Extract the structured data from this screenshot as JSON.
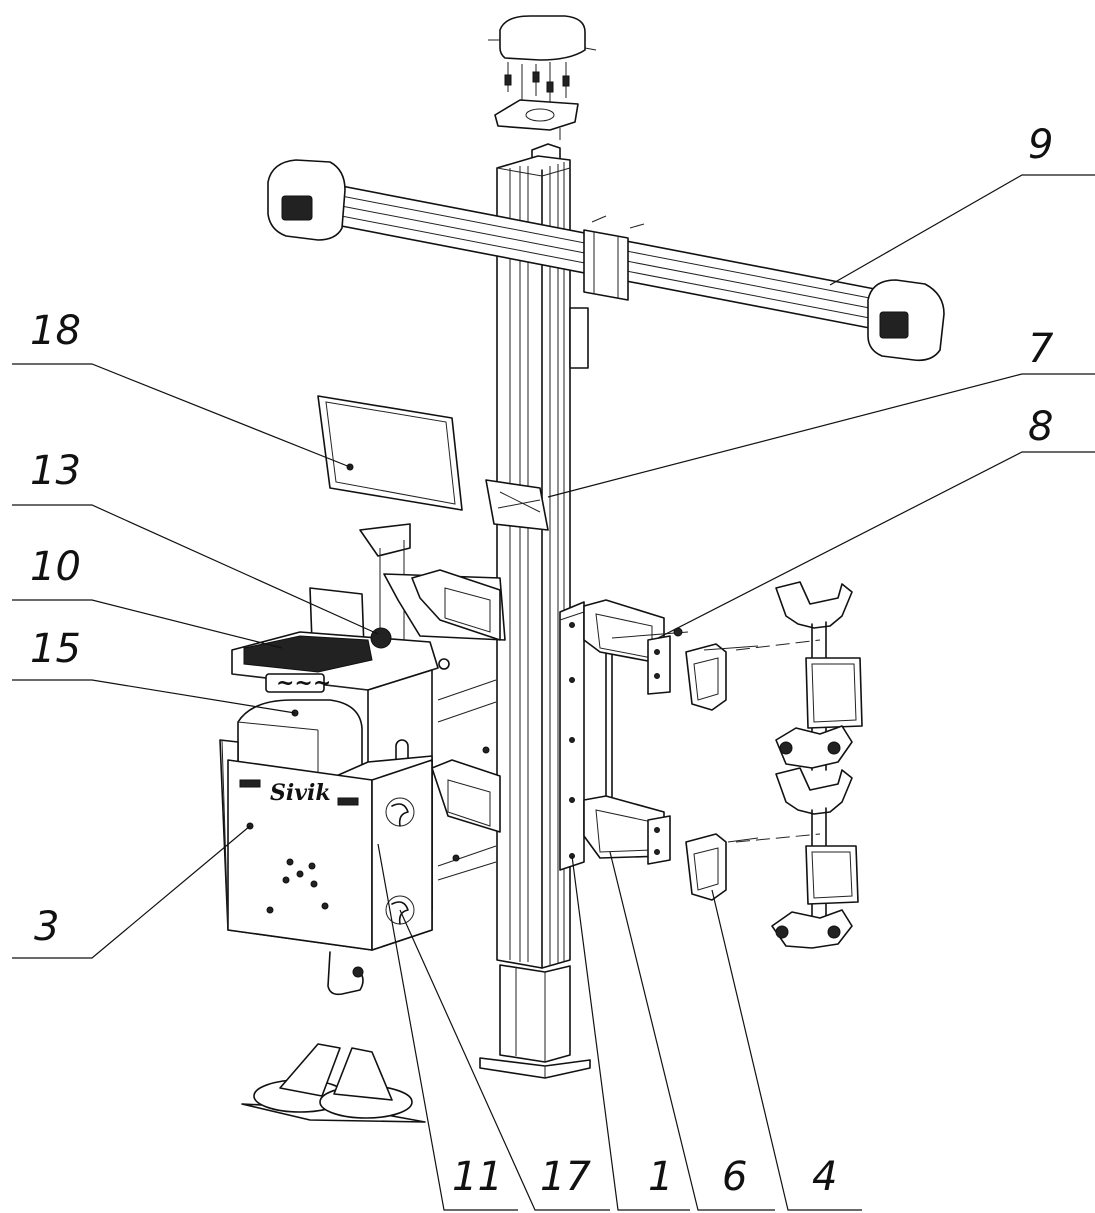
{
  "callouts": {
    "c1": "1",
    "c3": "3",
    "c4": "4",
    "c6": "6",
    "c7": "7",
    "c8": "8",
    "c9": "9",
    "c10": "10",
    "c11": "11",
    "c13": "13",
    "c15": "15",
    "c17": "17",
    "c18": "18"
  },
  "brand": "Sivik"
}
